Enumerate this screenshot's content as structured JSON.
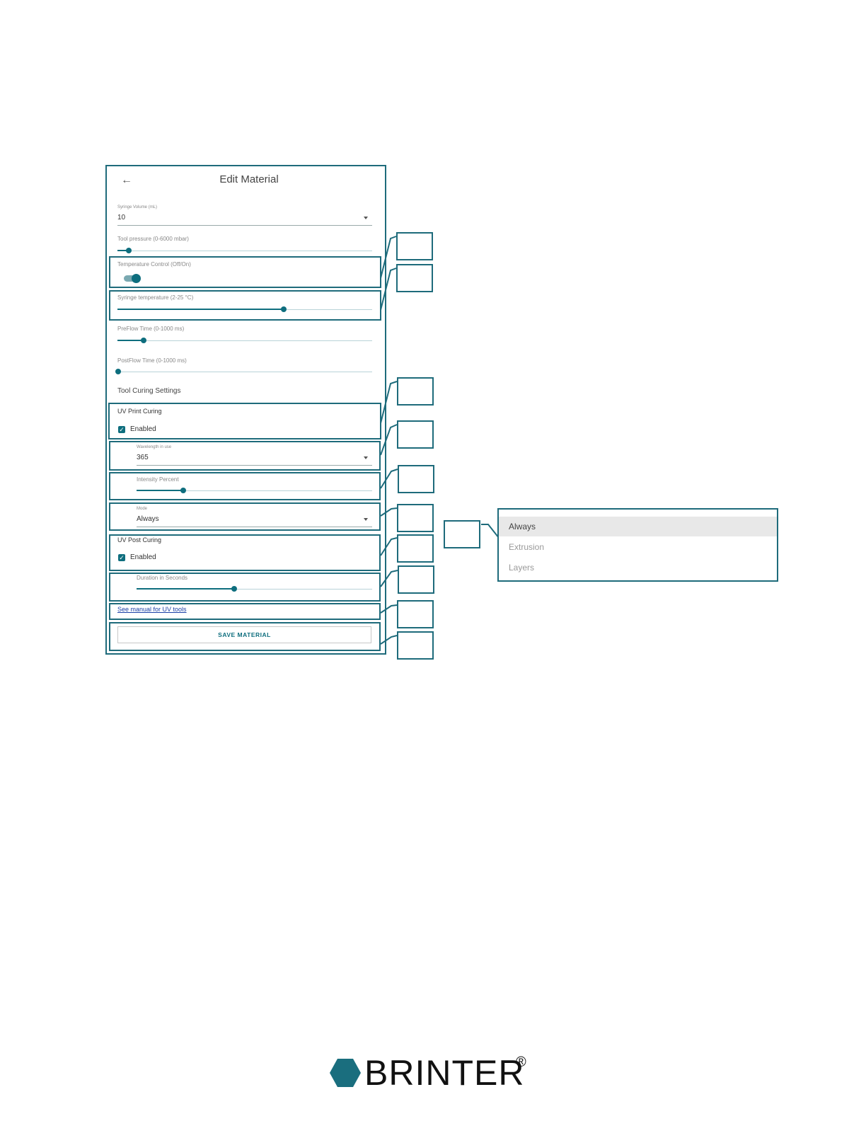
{
  "header": {
    "title": "Edit Material",
    "back_icon": "arrow-left-icon"
  },
  "syringe_volume": {
    "label": "Syringe Volume (mL)",
    "value": "10"
  },
  "tool_pressure": {
    "label": "Tool pressure (0-6000 mbar)",
    "value_fraction": 0.04
  },
  "temperature_control": {
    "label": "Temperature Control (Off/On)",
    "state": "On"
  },
  "syringe_temperature": {
    "label": "Syringe temperature (2-25 °C)",
    "value_fraction": 0.65
  },
  "preflow_time": {
    "label": "PreFlow Time (0-1000 ms)",
    "value_fraction": 0.1
  },
  "postflow_time": {
    "label": "PostFlow Time (0-1000 ms)",
    "value_fraction": 0.0
  },
  "tool_curing": {
    "heading": "Tool Curing Settings"
  },
  "uv_print_curing": {
    "heading": "UV Print Curing",
    "enabled_label": "Enabled",
    "wavelength": {
      "label": "Wavelength in use",
      "value": "365"
    },
    "intensity": {
      "label": "Intensity Percent",
      "value_fraction": 0.2
    },
    "mode": {
      "label": "Mode",
      "value": "Always"
    }
  },
  "uv_post_curing": {
    "heading": "UV Post Curing",
    "enabled_label": "Enabled",
    "duration": {
      "label": "Duration in Seconds",
      "value_fraction": 0.41
    }
  },
  "manual_link": "See manual for UV tools",
  "save_button": "SAVE MATERIAL",
  "mode_dropdown": {
    "options": [
      "Always",
      "Extrusion",
      "Layers"
    ],
    "selected": "Always"
  },
  "logo": {
    "text": "BRINTER",
    "mark": "®"
  },
  "colors": {
    "accent": "#0e6e7e",
    "border": "#1e6b7b"
  }
}
